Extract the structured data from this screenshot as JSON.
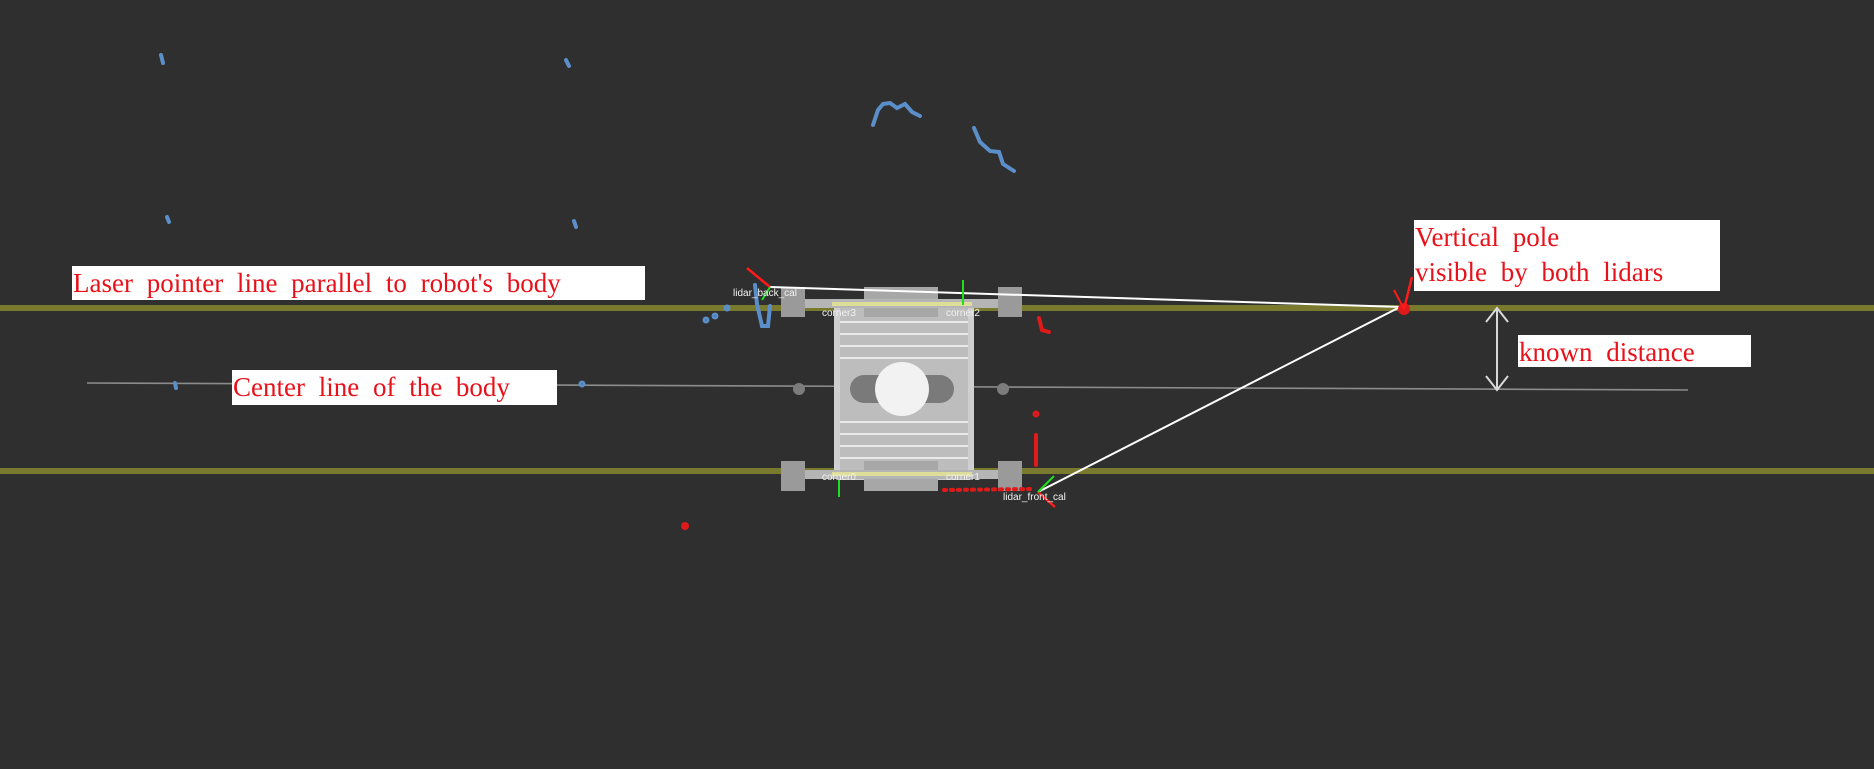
{
  "annotations": {
    "laser_line": "Laser pointer line parallel to robot's body",
    "center_line": "Center line of the body",
    "pole_line1": "Vertical pole",
    "pole_line2": "visible by both lidars",
    "known_distance": "known distance"
  },
  "frames": {
    "lidar_back": "lidar_back_cal",
    "lidar_front": "lidar_front_cal",
    "corner0": "corner0",
    "corner1": "corner1",
    "corner2": "corner2",
    "corner3": "corner3"
  },
  "colors": {
    "background": "#2f2f2f",
    "laser_line": "#7a7a2e",
    "scan_back": "#5b8fc9",
    "scan_front": "#e01a1a",
    "annotation_text": "#e8111a",
    "axis_x": "#ff1a1a",
    "axis_y": "#1ee01e"
  }
}
